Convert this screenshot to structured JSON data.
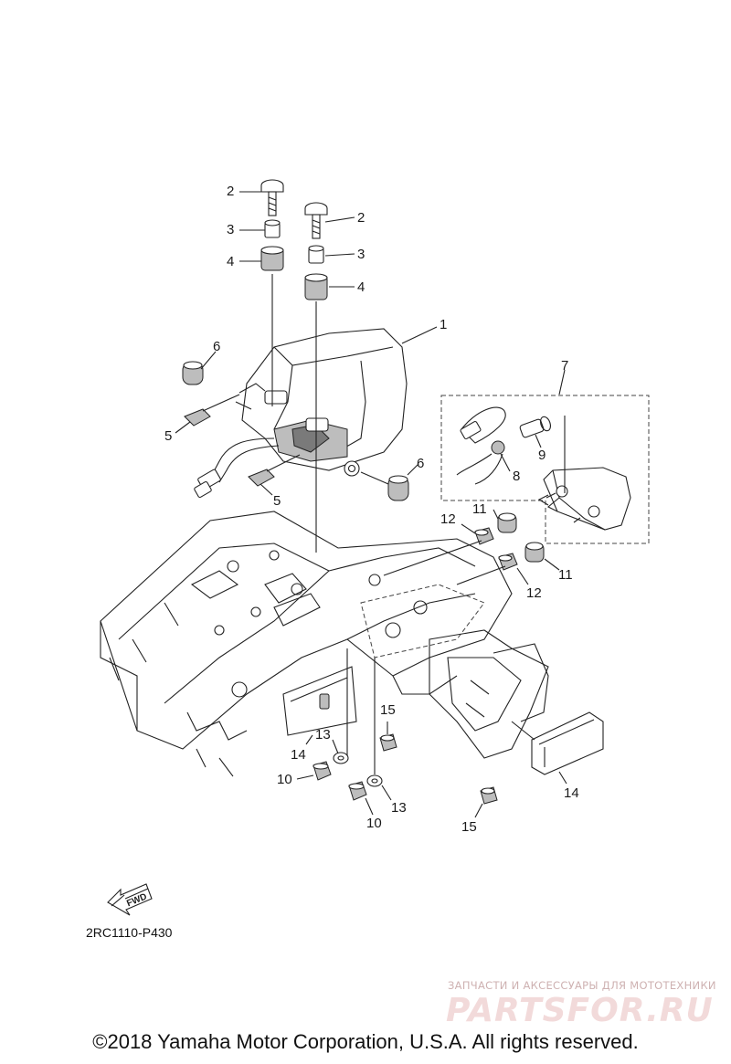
{
  "diagram": {
    "drawing_code": "2RC1110-P430",
    "fwd_label": "FWD",
    "callouts": [
      {
        "id": "c1",
        "label": "1"
      },
      {
        "id": "c2a",
        "label": "2"
      },
      {
        "id": "c2b",
        "label": "2"
      },
      {
        "id": "c3a",
        "label": "3"
      },
      {
        "id": "c3b",
        "label": "3"
      },
      {
        "id": "c4a",
        "label": "4"
      },
      {
        "id": "c4b",
        "label": "4"
      },
      {
        "id": "c5a",
        "label": "5"
      },
      {
        "id": "c5b",
        "label": "5"
      },
      {
        "id": "c6a",
        "label": "6"
      },
      {
        "id": "c6b",
        "label": "6"
      },
      {
        "id": "c7",
        "label": "7"
      },
      {
        "id": "c8",
        "label": "8"
      },
      {
        "id": "c9",
        "label": "9"
      },
      {
        "id": "c10a",
        "label": "10"
      },
      {
        "id": "c10b",
        "label": "10"
      },
      {
        "id": "c11a",
        "label": "11"
      },
      {
        "id": "c11b",
        "label": "11"
      },
      {
        "id": "c12a",
        "label": "12"
      },
      {
        "id": "c12b",
        "label": "12"
      },
      {
        "id": "c13a",
        "label": "13"
      },
      {
        "id": "c13b",
        "label": "13"
      },
      {
        "id": "c14a",
        "label": "14"
      },
      {
        "id": "c14b",
        "label": "14"
      },
      {
        "id": "c15a",
        "label": "15"
      },
      {
        "id": "c15b",
        "label": "15"
      }
    ]
  },
  "watermark": {
    "tagline": "ЗАПЧАСТИ И АКСЕССУАРЫ ДЛЯ МОТОТЕХНИКИ",
    "site": "PARTSFOR.RU"
  },
  "footer": {
    "copyright": "©2018 Yamaha Motor Corporation, U.S.A. All rights reserved."
  }
}
